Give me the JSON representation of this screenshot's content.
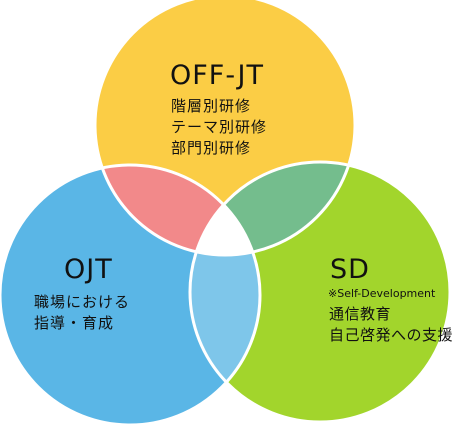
{
  "circles": {
    "offjt": {
      "title": "OFF-JT",
      "items": [
        "階層別研修",
        "テーマ別研修",
        "部門別研修"
      ],
      "color": "#fbcd45"
    },
    "ojt": {
      "title": "OJT",
      "items": [
        "職場における",
        "指導・育成"
      ],
      "color": "#5ab6e6"
    },
    "sd": {
      "title": "SD",
      "note": "※Self-Development",
      "items": [
        "通信教育",
        "自己啓発への支援"
      ],
      "color": "#a2d52c"
    }
  },
  "overlaps": {
    "offjt_ojt": "#f2898a",
    "offjt_sd": "#74bd8d",
    "ojt_sd": "#7ec6ea",
    "center": "#ffffff"
  },
  "border_color": "#ffffff"
}
